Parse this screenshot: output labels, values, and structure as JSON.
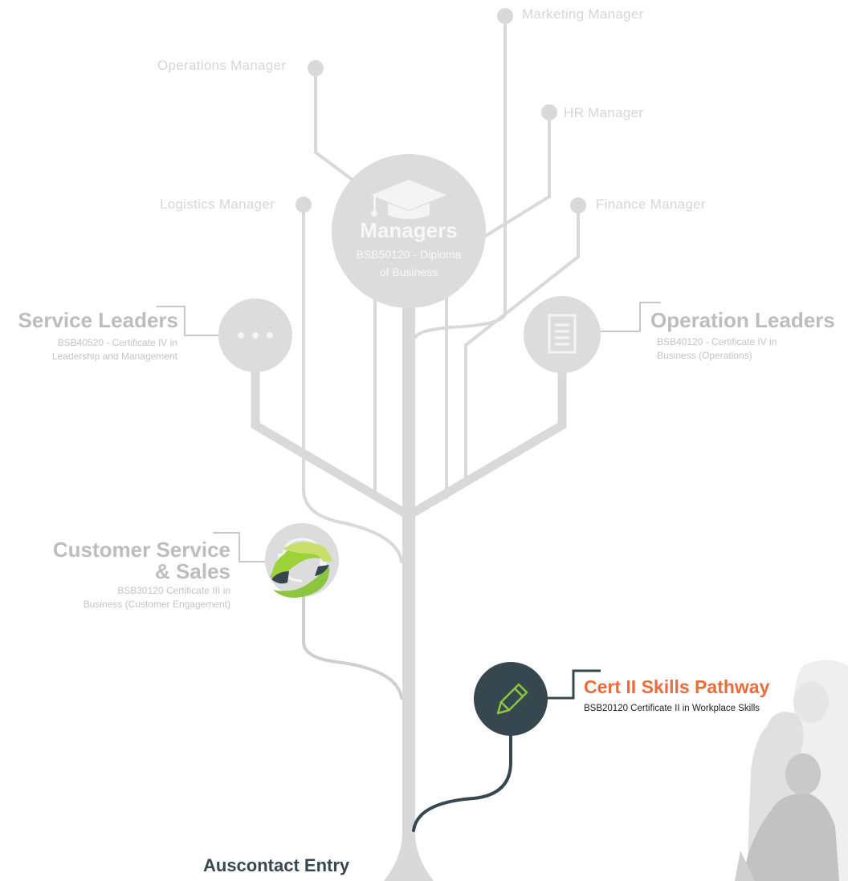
{
  "leaves": {
    "marketing": "Marketing Manager",
    "operations": "Operations Manager",
    "hr": "HR Manager",
    "logistics": "Logistics Manager",
    "finance": "Finance Manager"
  },
  "managers": {
    "title": "Managers",
    "sub1": "BSB50120 - Diploma",
    "sub2": "of Business"
  },
  "service_leaders": {
    "title": "Service Leaders",
    "sub1": "BSB40520 - Certificate IV in",
    "sub2": "Leadership and Management"
  },
  "operation_leaders": {
    "title": "Operation Leaders",
    "sub1": "BSB40120 - Certificate IV in",
    "sub2": "Business (Operations)"
  },
  "customer_service": {
    "title1": "Customer Service",
    "title2": "& Sales",
    "sub1": "BSB30120 Certificate III in",
    "sub2": "Business (Customer Engagement)"
  },
  "cert2": {
    "title": "Cert II Skills Pathway",
    "sub": "BSB20120 Certificate II in Workplace Skills"
  },
  "brand": {
    "name": "Auscontact Entry"
  },
  "colors": {
    "branch": "#d9d9d9",
    "node": "#dcdcdc",
    "active_node": "#37474f",
    "accent": "#ec6b3a",
    "logo_green": "#8cc63f"
  },
  "icons": [
    "graduation-cap-icon",
    "ellipsis-icon",
    "document-icon",
    "headset-icon",
    "pencil-icon",
    "auscontact-logo-icon"
  ]
}
